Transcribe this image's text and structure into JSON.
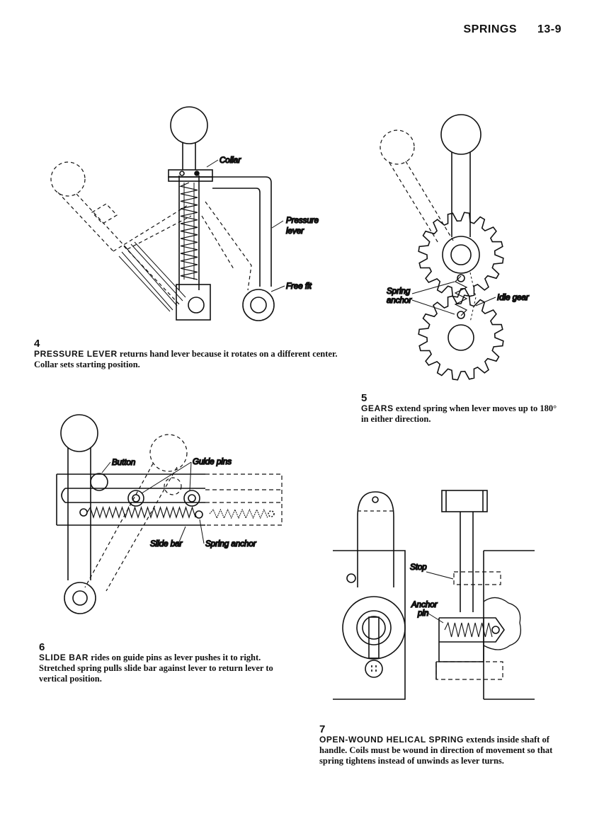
{
  "header": {
    "section": "SPRINGS",
    "page": "13-9"
  },
  "fig4": {
    "number": "4",
    "keyword": "PRESSURE LEVER",
    "text": " returns hand lever because it rotates on a different center. Collar sets starting position.",
    "labels": {
      "collar": "Collar",
      "pressure1": "Pressure",
      "pressure2": "lever",
      "free": "Free fit"
    }
  },
  "fig5": {
    "number": "5",
    "keyword": "GEARS",
    "text": " extend spring when lever moves up to 180° in either direction.",
    "labels": {
      "spring1": "Spring",
      "spring2": "anchor",
      "idle": "Idle gear"
    }
  },
  "fig6": {
    "number": "6",
    "keyword": "SLIDE BAR",
    "text": " rides on guide pins as lever pushes it to right. Stretched spring pulls slide bar against lever to return lever to vertical position.",
    "labels": {
      "button": "Button",
      "guide": "Guide pins",
      "slide": "Slide bar",
      "anchor": "Spring anchor"
    }
  },
  "fig7": {
    "number": "7",
    "keyword": "OPEN-WOUND HELICAL SPRING",
    "text": " extends inside shaft of handle. Coils must be wound in direction of movement so that spring tightens instead of unwinds as lever turns.",
    "labels": {
      "stop": "Stop",
      "anchor1": "Anchor",
      "anchor2": "pin"
    }
  }
}
